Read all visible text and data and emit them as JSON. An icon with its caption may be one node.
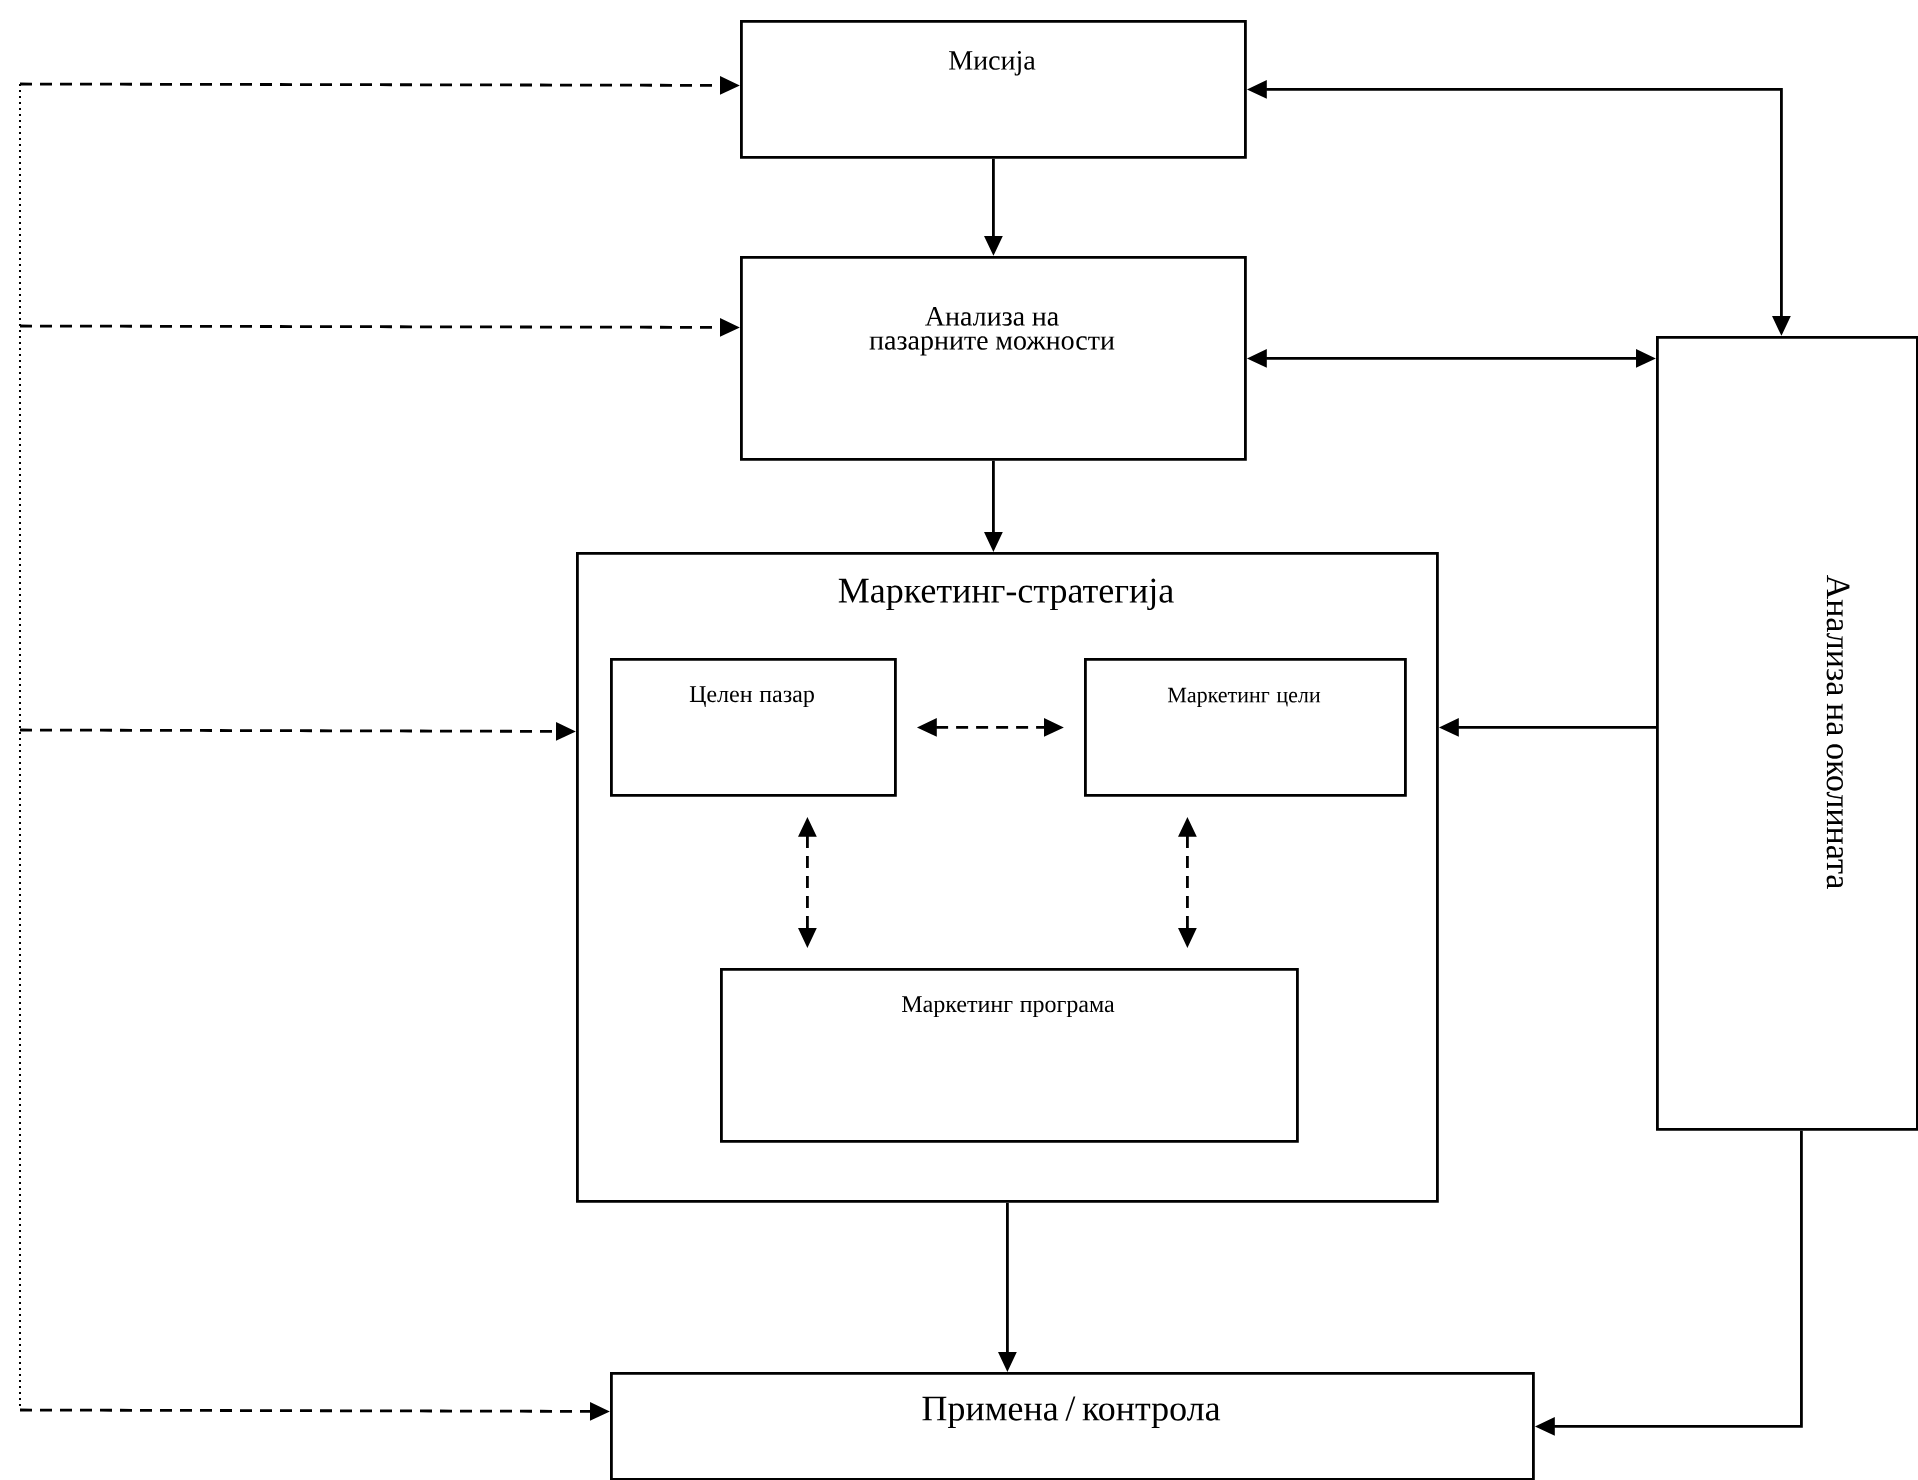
{
  "diagram": {
    "nodes": [
      {
        "text": [
          "Мисија"
        ]
      },
      {
        "text": [
          "Анализа на пазарните можности"
        ]
      },
      {
        "text": [
          "Маркетинг-стратегија"
        ]
      },
      {
        "text": [
          "Целен пазар"
        ],
        "in": 2
      },
      {
        "text": [
          "Маркетинг цели"
        ],
        "in": 2
      },
      {
        "text": [
          "Маркетинг програма"
        ],
        "in": 2
      },
      {
        "text": [
          "Анализа на околината"
        ]
      },
      {
        "text": [
          "Примена / контрола"
        ]
      }
    ],
    "edges": [
      {
        "from": 0,
        "to": 1,
        "arrow": "to"
      },
      {
        "from": 0,
        "to": 6,
        "arrow": "both"
      },
      {
        "from": 1,
        "to": 6,
        "arrow": "both"
      },
      {
        "from": 1,
        "to": 2,
        "arrow": "to"
      },
      {
        "from": 6,
        "to": 2,
        "arrow": "to"
      },
      {
        "from": 3,
        "to": 4,
        "arrow": "both",
        "style": "dashed"
      },
      {
        "from": 3,
        "to": 5,
        "arrow": "both",
        "style": "dashed"
      },
      {
        "from": 4,
        "to": 5,
        "arrow": "both",
        "style": "dashed"
      },
      {
        "from": 2,
        "to": 7,
        "arrow": "to"
      },
      {
        "from": 6,
        "to": 7,
        "arrow": "to"
      },
      {
        "from": null,
        "to": 0,
        "arrow": "to",
        "style": "dashed"
      },
      {
        "from": null,
        "to": 1,
        "arrow": "to",
        "style": "dashed"
      },
      {
        "from": null,
        "to": 2,
        "arrow": "to",
        "style": "dashed"
      },
      {
        "from": null,
        "to": 7,
        "arrow": "to",
        "style": "dashed"
      }
    ]
  }
}
